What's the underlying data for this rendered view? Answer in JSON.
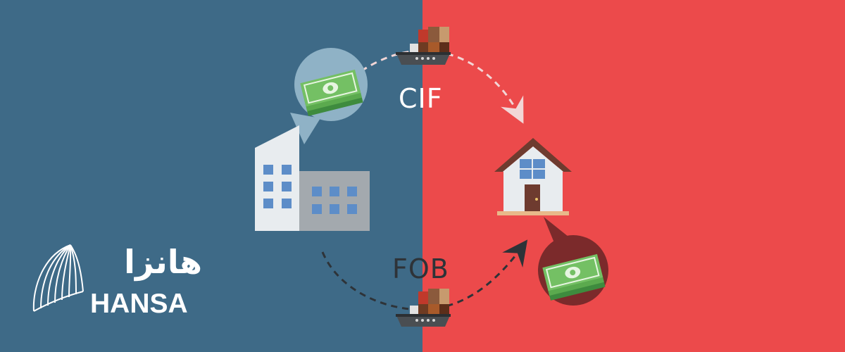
{
  "scene": {
    "left_color": "#3E6A87",
    "right_color": "#EC4A4B"
  },
  "labels": {
    "cif": "CIF",
    "fob": "FOB",
    "cif_color": "#FFFFFF",
    "fob_color": "#2E3338"
  },
  "brand": {
    "name": "HANSA",
    "name_farsi": "هانزا",
    "color": "#FFFFFF"
  },
  "icons": {
    "factory": "factory-icon",
    "house": "house-icon",
    "money_top": "money-bubble-icon",
    "money_bottom": "money-bubble-icon",
    "ship_top": "cargo-ship-icon",
    "ship_bottom": "cargo-ship-icon",
    "logo": "hansa-shell-logo-icon"
  }
}
